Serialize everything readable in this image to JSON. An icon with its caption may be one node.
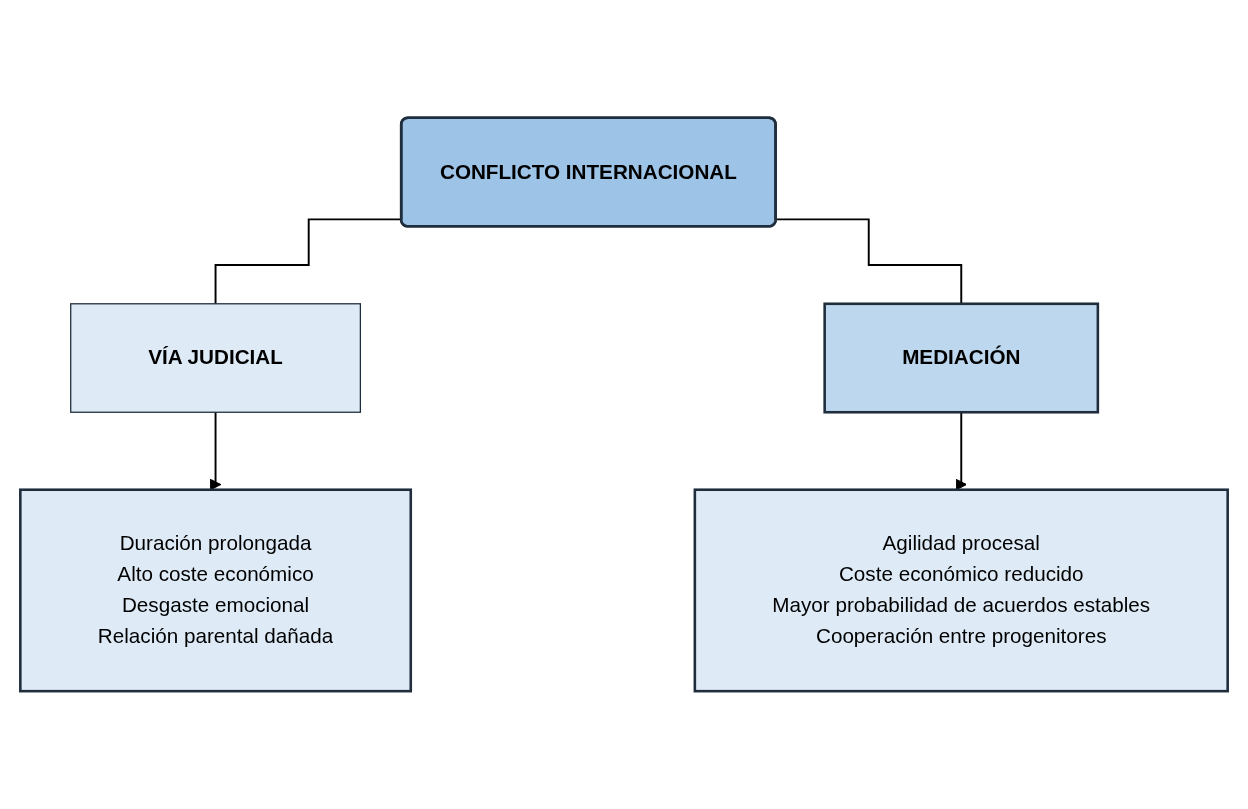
{
  "diagram": {
    "nodes": [
      {
        "text": [
          "CONFLICTO INTERNACIONAL"
        ]
      },
      {
        "text": [
          "VÍA JUDICIAL"
        ]
      },
      {
        "text": [
          "MEDIACIÓN"
        ]
      },
      {
        "text": [
          "Duración prolongada",
          "Alto coste económico",
          "Desgaste emocional",
          "Relación parental dañada"
        ]
      },
      {
        "text": [
          "Agilidad procesal",
          "Coste económico reducido",
          "Mayor probabilidad de acuerdos estables",
          "Cooperación entre progenitores"
        ]
      }
    ],
    "edges": [
      {
        "from": 0,
        "to": 1,
        "arrow": "none"
      },
      {
        "from": 0,
        "to": 2,
        "arrow": "none"
      },
      {
        "from": 1,
        "to": 3,
        "arrow": "to"
      },
      {
        "from": 2,
        "to": 4,
        "arrow": "to"
      }
    ]
  }
}
